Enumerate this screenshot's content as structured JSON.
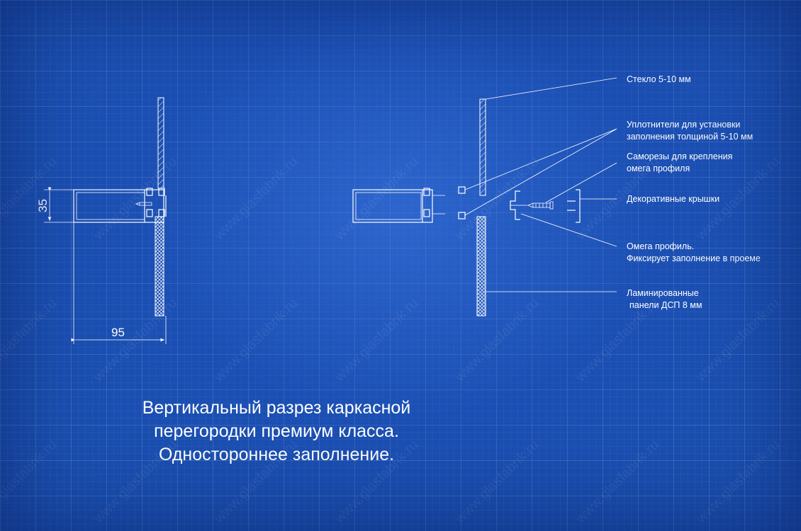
{
  "watermark": "www.glasfabrik.ru",
  "dimensions": {
    "height": "35",
    "width": "95"
  },
  "labels": {
    "glass": "Стекло 5-10 мм",
    "seals_line1": "Уплотнители для установки",
    "seals_line2": "заполнения толщиной 5-10 мм",
    "screws_line1": "Саморезы для крепления",
    "screws_line2": "омега профиля",
    "caps": "Декоративные крышки",
    "omega_line1": "Омега профиль.",
    "omega_line2": "Фиксирует заполнение в проеме",
    "panels_line1": "Ламинированные",
    "panels_line2": "панели ДСП 8 мм"
  },
  "caption": {
    "line1": "Вертикальный разрез каркасной",
    "line2": "перегородки премиум класса.",
    "line3": "Одностороннее заполнение."
  }
}
